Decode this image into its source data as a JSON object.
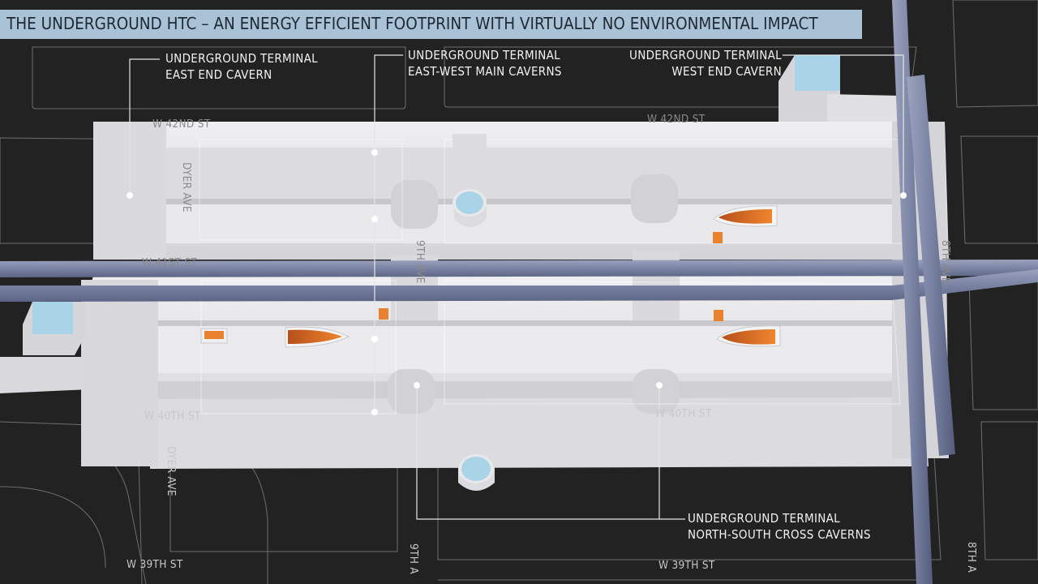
{
  "title": "THE UNDERGROUND HTC – AN ENERGY EFFICIENT FOOTPRINT WITH VIRTUALLY NO ENVIRONMENTAL IMPACT",
  "callouts": {
    "east_end": {
      "line1": "UNDERGROUND TERMINAL",
      "line2": "EAST END CAVERN"
    },
    "main": {
      "line1": "UNDERGROUND TERMINAL",
      "line2": "EAST-WEST MAIN CAVERNS"
    },
    "west_end": {
      "line1": "UNDERGROUND TERMINAL",
      "line2": "WEST END CAVERN"
    },
    "cross": {
      "line1": "UNDERGROUND TERMINAL",
      "line2": "NORTH-SOUTH CROSS CAVERNS"
    }
  },
  "streets": {
    "w42_left": "W 42ND ST",
    "w42_right": "W 42ND ST",
    "w41": "W 41ST ST",
    "w40_left": "W 40TH ST",
    "w40_right": "W 40TH ST",
    "w39_left": "W 39TH ST",
    "w39_right": "W 39TH ST",
    "dyer_top": "DYER AVE",
    "dyer_bottom": "DYER AVE",
    "ninth_top": "9TH AVE",
    "ninth_bottom": "9TH A",
    "eighth_top": "8TH AVE",
    "eighth_bottom": "8TH A"
  },
  "colors": {
    "background": "#222222",
    "cavern": "#e3e3e5",
    "cavern_shadow": "#c4c4c8",
    "banner": "#a9c2d6",
    "tunnel": "#8088a6",
    "shaft_cap": "#a9d3e6",
    "train": "#d9691f",
    "street_line": "#707070"
  }
}
